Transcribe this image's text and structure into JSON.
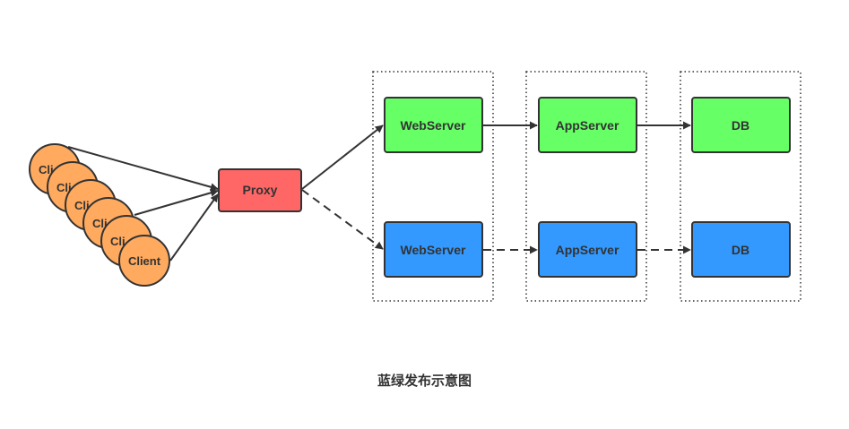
{
  "clients": [
    "Cli",
    "Cli",
    "Cli",
    "Cli",
    "Cli",
    "Client"
  ],
  "proxy": "Proxy",
  "green_tier": {
    "web": "WebServer",
    "app": "AppServer",
    "db": "DB"
  },
  "blue_tier": {
    "web": "WebServer",
    "app": "AppServer",
    "db": "DB"
  },
  "caption": "蓝绿发布示意图",
  "colors": {
    "client_fill": "#ffaa5e",
    "proxy_fill": "#ff6666",
    "green_fill": "#66ff66",
    "blue_fill": "#3399ff",
    "stroke": "#333333"
  }
}
